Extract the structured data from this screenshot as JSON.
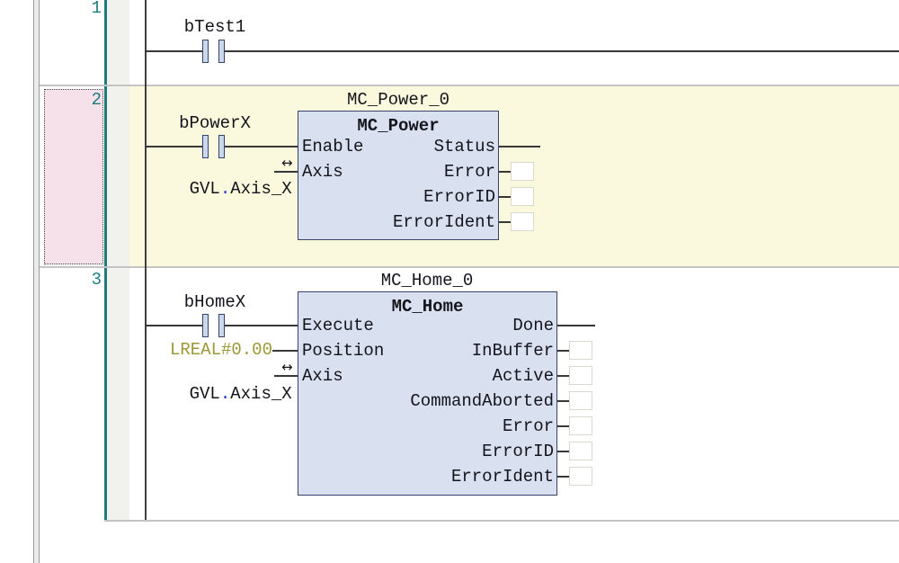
{
  "editor": {
    "kind": "ladder-diagram"
  },
  "rung1": {
    "number": "1",
    "contact_label": "bTest1"
  },
  "rung2": {
    "number": "2",
    "contact_label": "bPowerX",
    "axis_operand": {
      "ns": "GVL",
      "dot": ".",
      "var": "Axis_X"
    },
    "ref_icon": "↔",
    "block": {
      "instance": "MC_Power_0",
      "title": "MC_Power",
      "in_enable": "Enable",
      "in_axis": "Axis",
      "out_status": "Status",
      "out_error": "Error",
      "out_errorid": "ErrorID",
      "out_errorident": "ErrorIdent"
    }
  },
  "rung3": {
    "number": "3",
    "contact_label": "bHomeX",
    "position_literal": "LREAL#0.00",
    "axis_operand": {
      "ns": "GVL",
      "dot": ".",
      "var": "Axis_X"
    },
    "ref_icon": "↔",
    "block": {
      "instance": "MC_Home_0",
      "title": "MC_Home",
      "in_execute": "Execute",
      "in_position": "Position",
      "in_axis": "Axis",
      "out_done": "Done",
      "out_inbuffer": "InBuffer",
      "out_active": "Active",
      "out_commandaborted": "CommandAborted",
      "out_error": "Error",
      "out_errorid": "ErrorID",
      "out_errorident": "ErrorIdent"
    }
  },
  "colors": {
    "selected_rung_bg": "#FBF9DD",
    "selection_margin": "#F6E0EA",
    "block_fill": "#D9E0EF",
    "block_border": "#36436B",
    "rail_teal": "#1F7C7C",
    "literal": "#9B9933",
    "operand_dot": "#2233CC"
  }
}
